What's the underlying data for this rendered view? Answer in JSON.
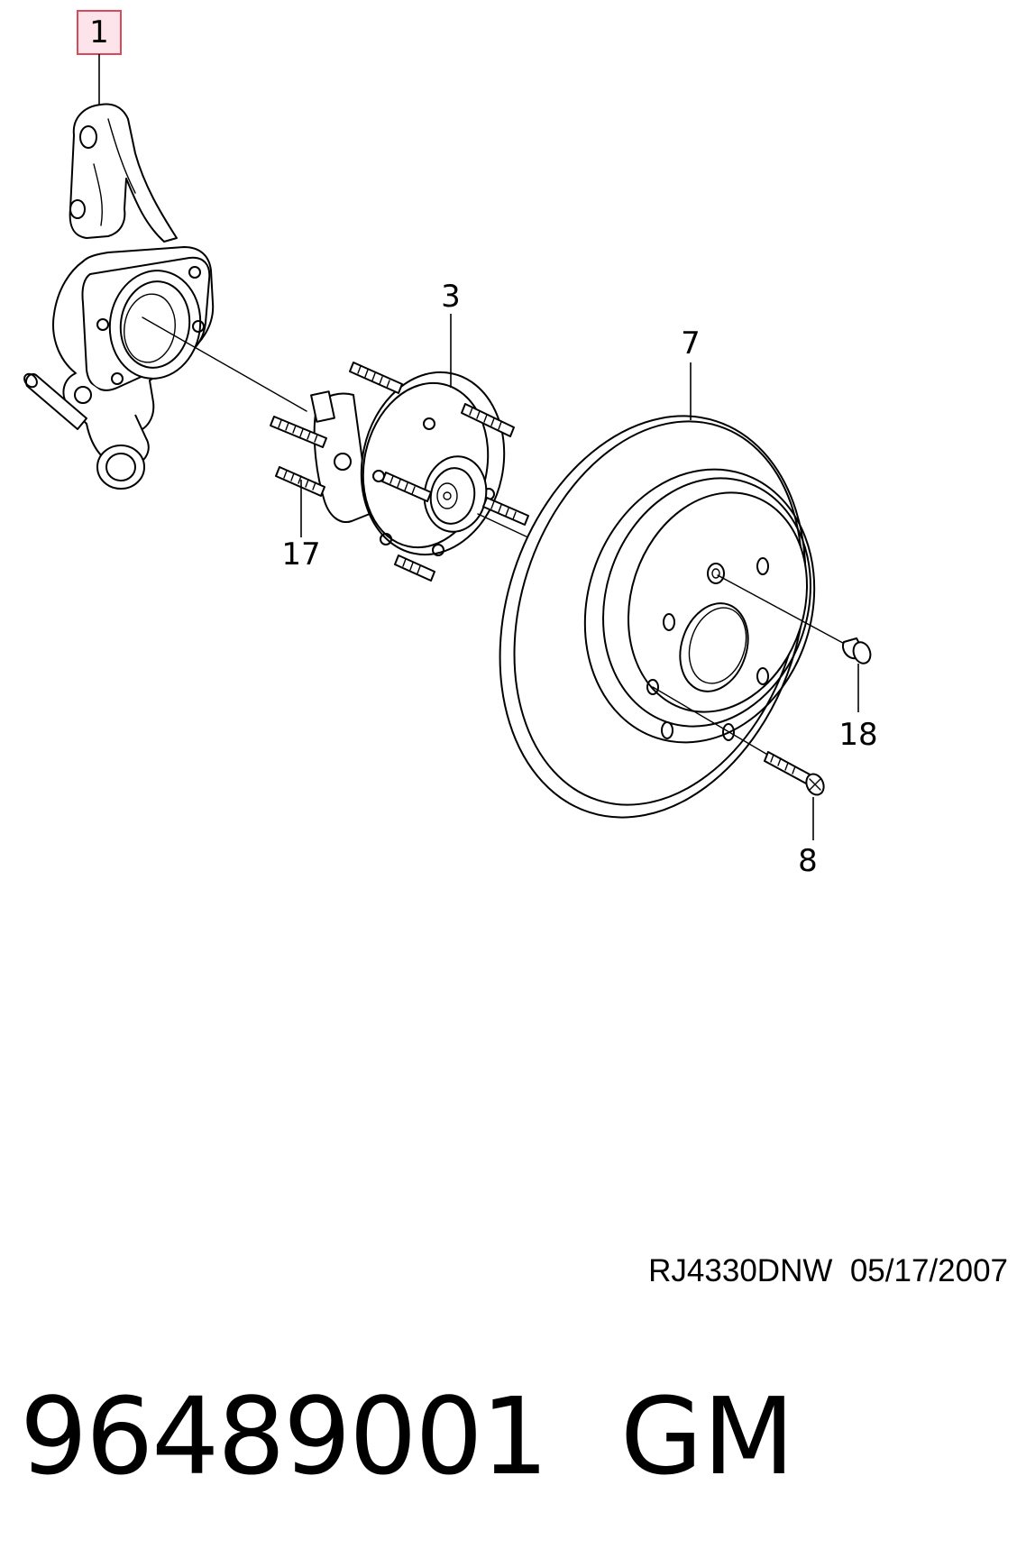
{
  "callouts": {
    "knuckle": "1",
    "hub": "3",
    "disc": "7",
    "studs": "17",
    "nut": "18",
    "screw": "8"
  },
  "footer": {
    "drawing_code": "RJ4330DNW  05/17/2007",
    "part_number": "96489001",
    "maker": "GM"
  },
  "colors": {
    "highlight_fill": "#fde4ea",
    "highlight_border": "#d84a5a",
    "line": "#000000"
  }
}
